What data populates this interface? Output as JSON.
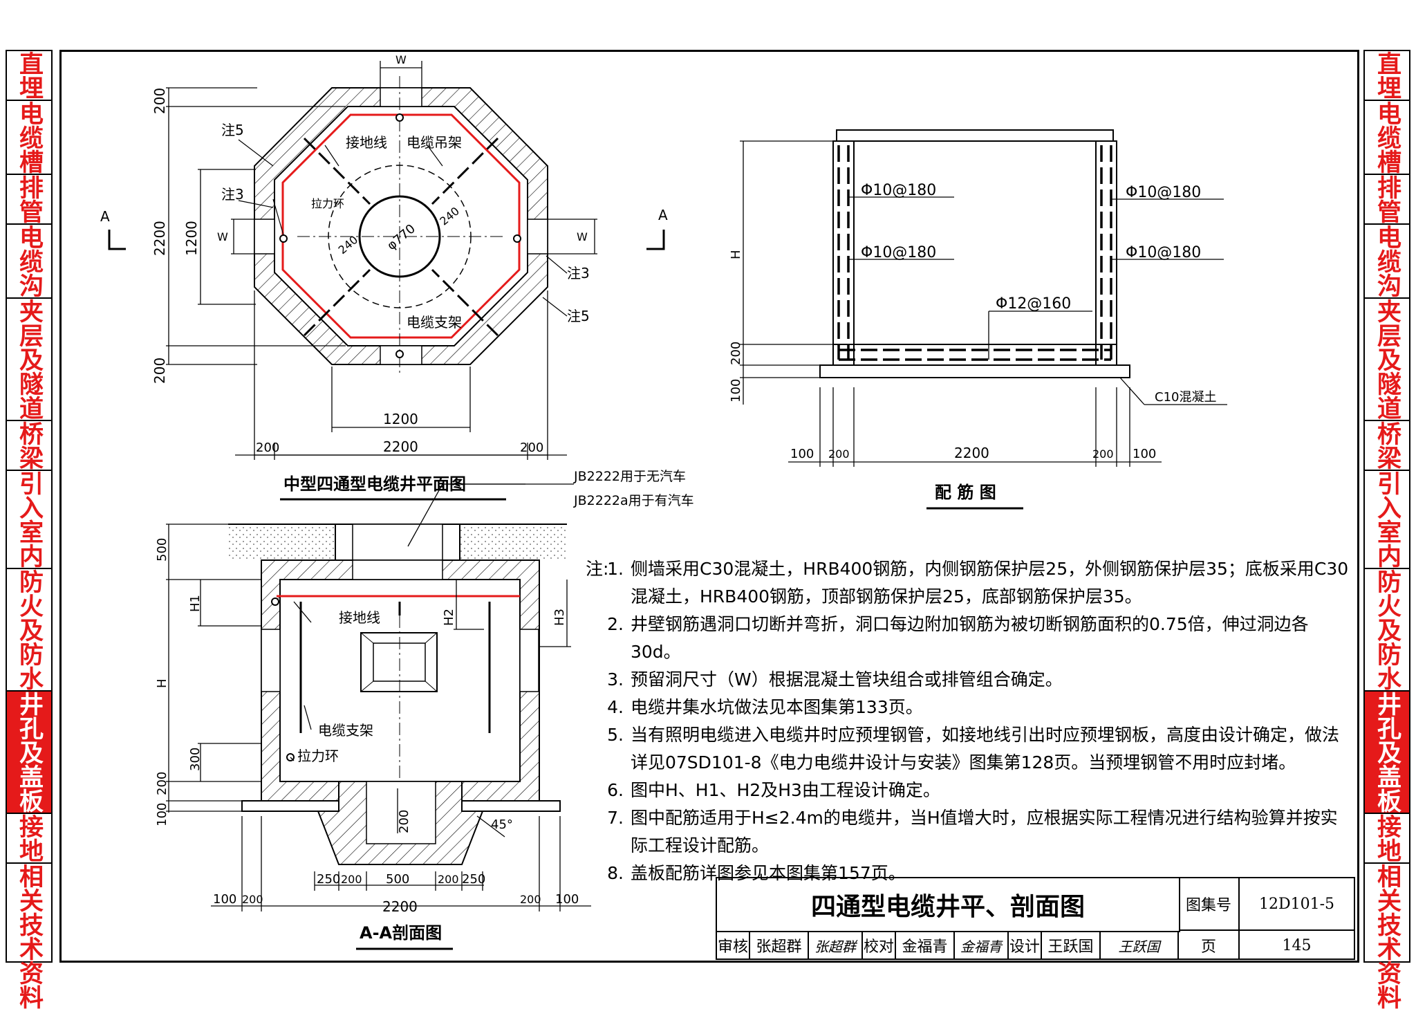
{
  "sidebar": {
    "sections": [
      {
        "chars": "直埋",
        "active": false
      },
      {
        "chars": "电缆槽",
        "active": false
      },
      {
        "chars": "排管",
        "active": false
      },
      {
        "chars": "电缆沟",
        "active": false
      },
      {
        "chars": "夹层及隧道",
        "active": false
      },
      {
        "chars": "桥梁",
        "active": false
      },
      {
        "chars": "引入室内",
        "active": false
      },
      {
        "chars": "防火及防水",
        "active": false
      },
      {
        "chars": "井孔及盖板",
        "active": true
      },
      {
        "chars": "接地",
        "active": false
      },
      {
        "chars": "相关技术资料",
        "active": false
      }
    ]
  },
  "plan": {
    "title": "中型四通型电缆井平面图",
    "labels": {
      "ground_wire": "接地线",
      "cable_hanger": "电缆吊架",
      "pull_ring": "拉力环",
      "cable_bracket": "电缆支架",
      "note5_a": "注5",
      "note3_a": "注3",
      "note3_b": "注3",
      "note5_b": "注5",
      "phi770": "φ770",
      "d240_a": "240",
      "d240_b": "240",
      "w_top": "W",
      "w_left": "W",
      "w_right": "W",
      "dim_200_top": "200",
      "dim_2200_v": "2200",
      "dim_1200_v": "1200",
      "dim_200_bottom": "200",
      "dim_1200_h": "1200",
      "dim_2200_h": "2200",
      "dim_200_l": "200",
      "dim_200_r": "200",
      "section_a_left": "A",
      "section_a_right": "A"
    }
  },
  "rebar": {
    "title": "配  筋  图",
    "labels": {
      "r1": "Φ10@180",
      "r2": "Φ10@180",
      "r3": "Φ10@180",
      "r4": "Φ10@180",
      "r5": "Φ12@160",
      "c10": "C10混凝土",
      "h": "H",
      "d200": "200",
      "d100": "100",
      "b100a": "100",
      "b200a": "200",
      "b2200": "2200",
      "b200b": "200",
      "b100b": "100"
    }
  },
  "section": {
    "title": "A-A剖面图",
    "labels": {
      "jb1": "JB2222用于无汽车",
      "jb2": "JB2222a用于有汽车",
      "ground_wire": "接地线",
      "cable_bracket": "电缆支架",
      "pull_ring": "拉力环",
      "h1": "H1",
      "h2": "H2",
      "h3": "H3",
      "h": "H",
      "d500": "500",
      "d300": "300",
      "d200": "200",
      "d100": "100",
      "d200_sump": "200",
      "angle": "45°",
      "s250a": "250",
      "s200a": "200",
      "s500": "500",
      "s200b": "200",
      "s250b": "250",
      "b100a": "100",
      "b200a": "200",
      "b2200": "2200",
      "b200b": "200",
      "b100b": "100"
    }
  },
  "notes": {
    "label": "注:",
    "items": [
      {
        "num": "1.",
        "text": "侧墙采用C30混凝土，HRB400钢筋，内侧钢筋保护层25，外侧钢筋保护层35；底板采用C30混凝土，HRB400钢筋，顶部钢筋保护层25，底部钢筋保护层35。"
      },
      {
        "num": "2.",
        "text": "井壁钢筋遇洞口切断并弯折，洞口每边附加钢筋为被切断钢筋面积的0.75倍，伸过洞边各30d。"
      },
      {
        "num": "3.",
        "text": "预留洞尺寸（W）根据混凝土管块组合或排管组合确定。"
      },
      {
        "num": "4.",
        "text": "电缆井集水坑做法见本图集第133页。"
      },
      {
        "num": "5.",
        "text": "当有照明电缆进入电缆井时应预埋钢管，如接地线引出时应预埋钢板，高度由设计确定，做法详见07SD101-8《电力电缆井设计与安装》图集第128页。当预埋钢管不用时应封堵。"
      },
      {
        "num": "6.",
        "text": "图中H、H1、H2及H3由工程设计确定。"
      },
      {
        "num": "7.",
        "text": "图中配筋适用于H≤2.4m的电缆井，当H值增大时，应根据实际工程情况进行结构验算并按实际工程设计配筋。"
      },
      {
        "num": "8.",
        "text": "盖板配筋详图参见本图集第157页。"
      }
    ]
  },
  "titleblock": {
    "title": "四通型电缆井平、剖面图",
    "atlas_label": "图集号",
    "atlas_no": "12D101-5",
    "page_label": "页",
    "page_no": "145",
    "review_label": "审核",
    "reviewer": "张超群",
    "reviewer_sig": "张超群",
    "check_label": "校对",
    "checker": "金福青",
    "checker_sig": "金福青",
    "design_label": "设计",
    "designer": "王跃国",
    "designer_sig": "王跃国"
  },
  "colors": {
    "accent": "#e51a1a",
    "line": "#000000"
  }
}
